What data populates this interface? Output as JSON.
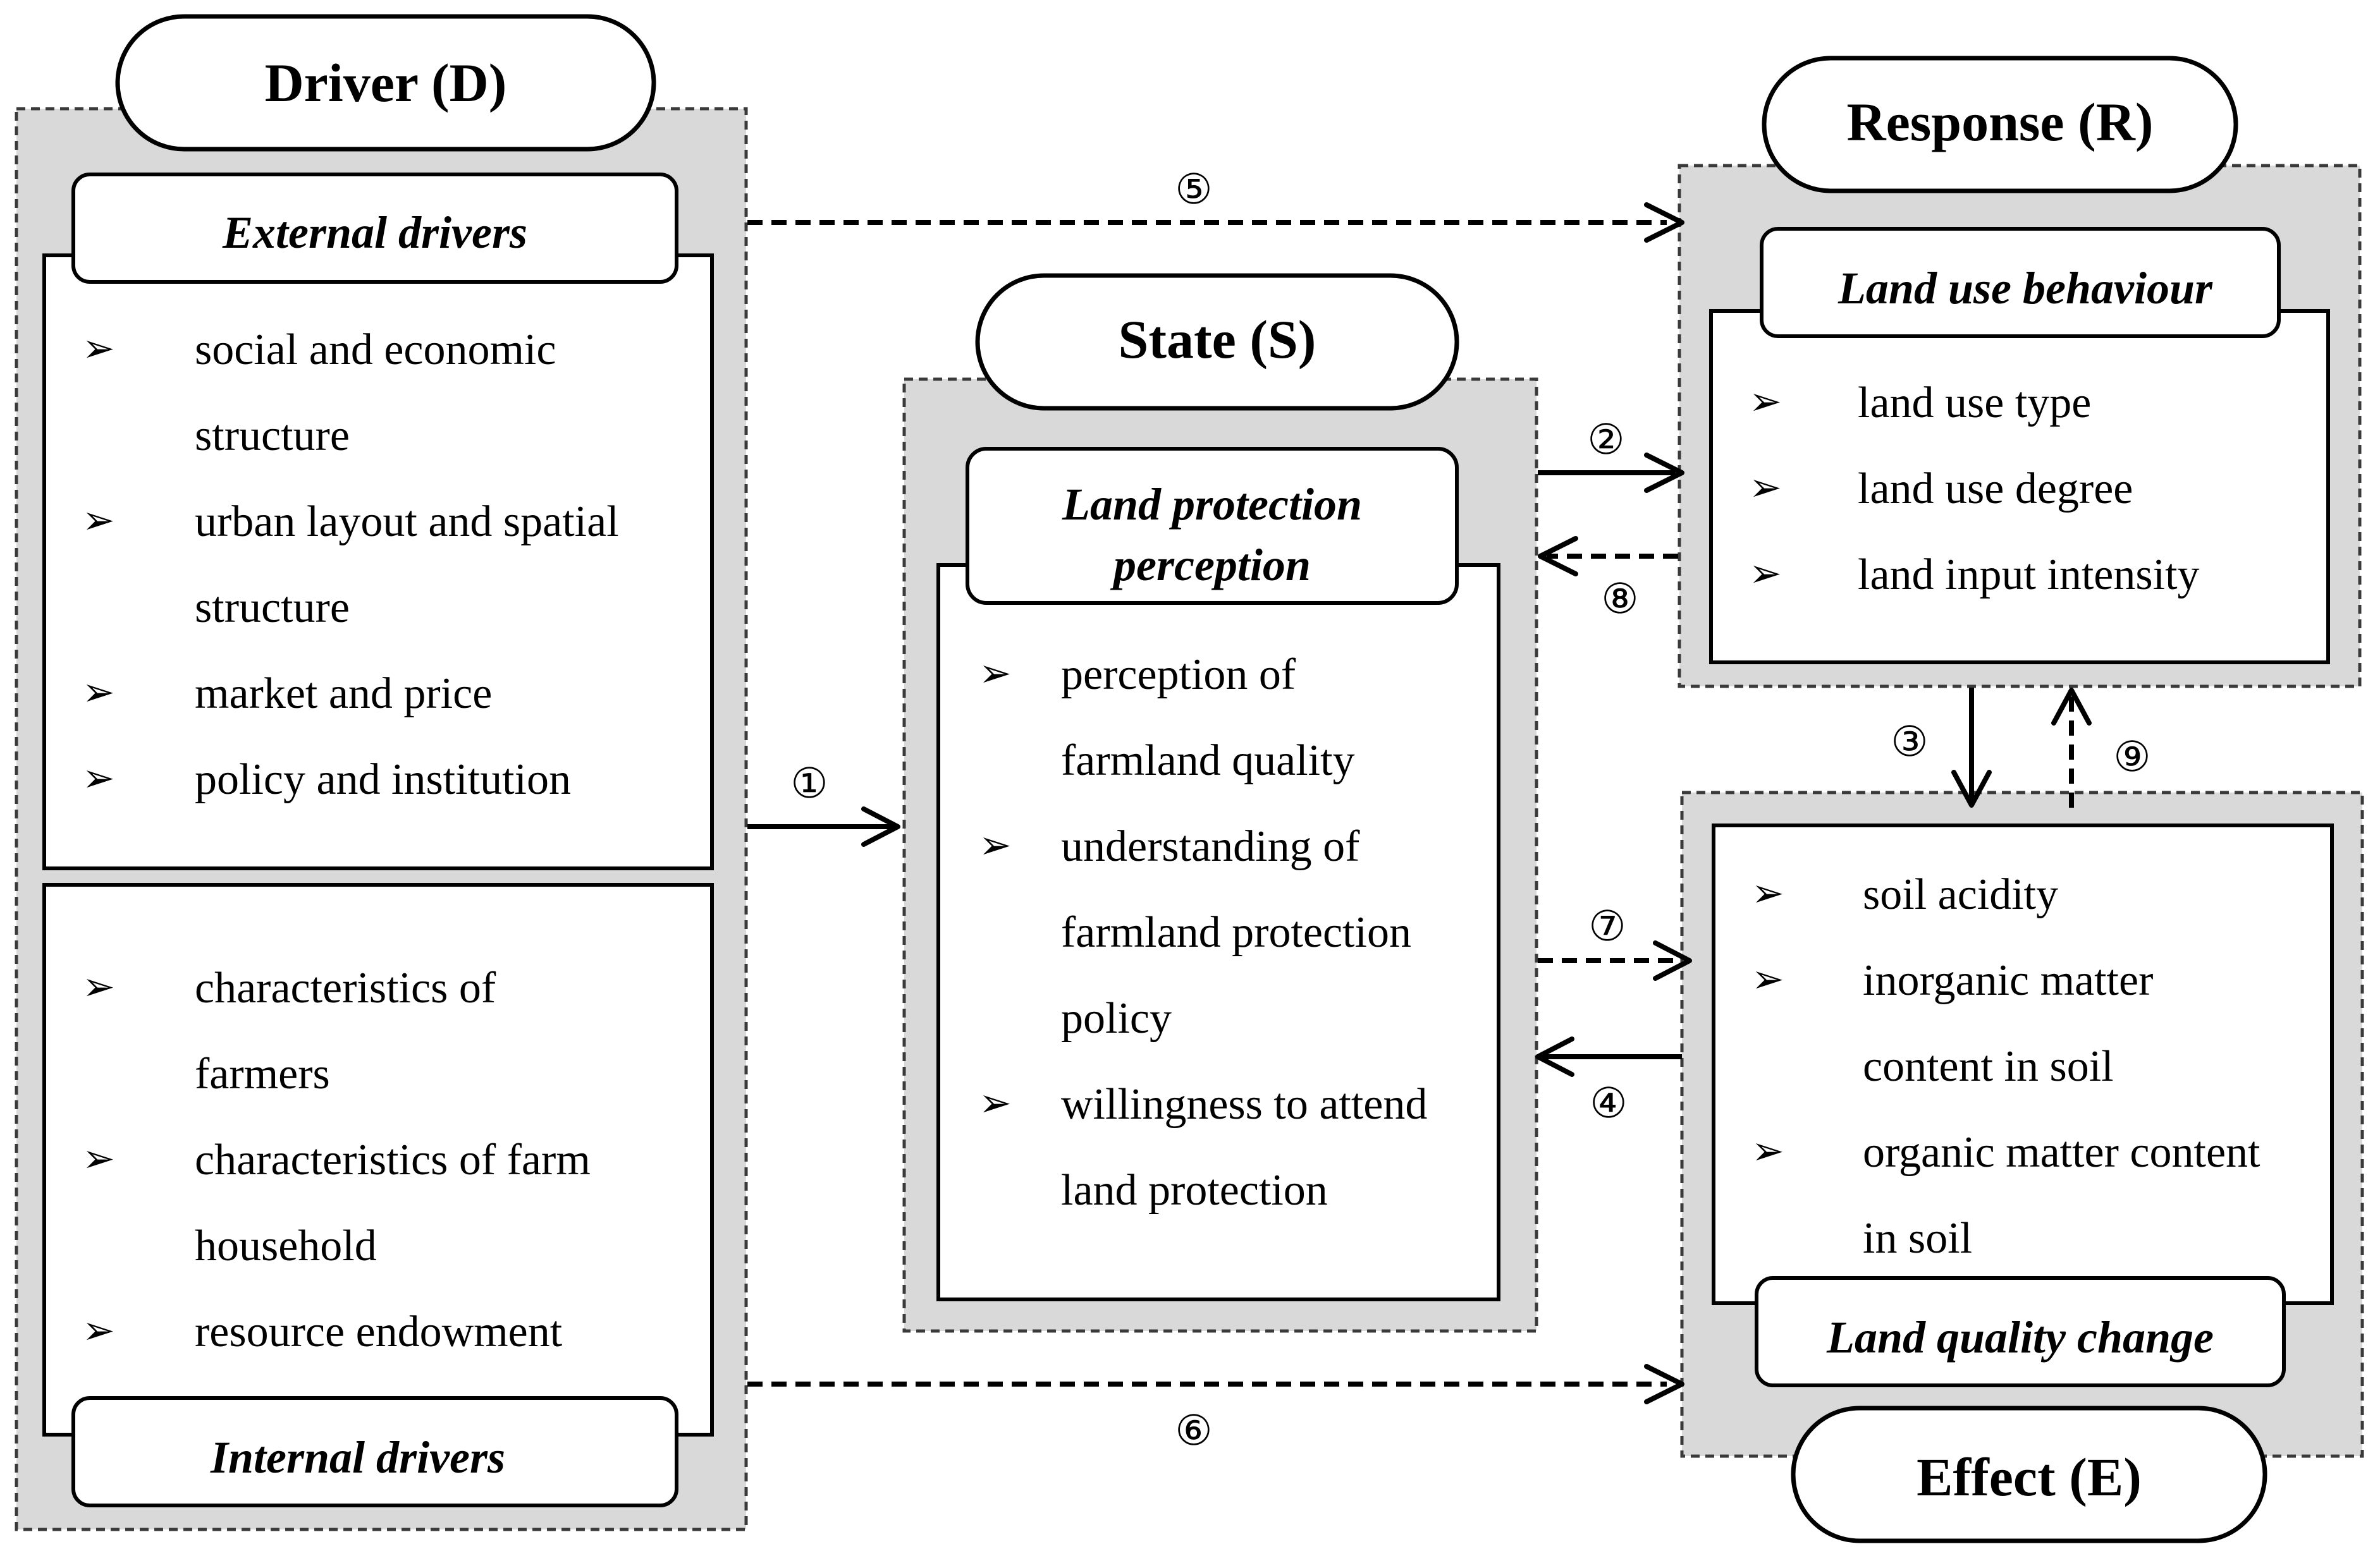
{
  "driver": {
    "title": "Driver (D)",
    "external": {
      "label": "External drivers",
      "items": [
        [
          "social and economic",
          "structure"
        ],
        [
          "urban layout and spatial",
          "structure"
        ],
        [
          "market and price"
        ],
        [
          "policy and institution"
        ]
      ]
    },
    "internal": {
      "label": "Internal drivers",
      "items": [
        [
          "characteristics of",
          "farmers"
        ],
        [
          "characteristics of farm",
          "household"
        ],
        [
          "resource endowment"
        ]
      ]
    }
  },
  "state": {
    "title": "State (S)",
    "label": [
      "Land protection",
      "perception"
    ],
    "items": [
      [
        "perception of",
        "farmland quality"
      ],
      [
        "understanding of",
        "farmland protection",
        "policy"
      ],
      [
        "willingness to attend",
        "land protection"
      ]
    ]
  },
  "response": {
    "title": "Response (R)",
    "label": "Land use behaviour",
    "items": [
      [
        "land use type"
      ],
      [
        "land use degree"
      ],
      [
        "land input intensity"
      ]
    ]
  },
  "effect": {
    "title": "Effect (E)",
    "label": "Land quality change",
    "items": [
      [
        "soil acidity"
      ],
      [
        "inorganic matter",
        "content in soil"
      ],
      [
        "organic matter content",
        "in soil"
      ]
    ]
  },
  "bullet": "➢",
  "links": [
    "①",
    "②",
    "③",
    "④",
    "⑤",
    "⑥",
    "⑦",
    "⑧",
    "⑨"
  ]
}
